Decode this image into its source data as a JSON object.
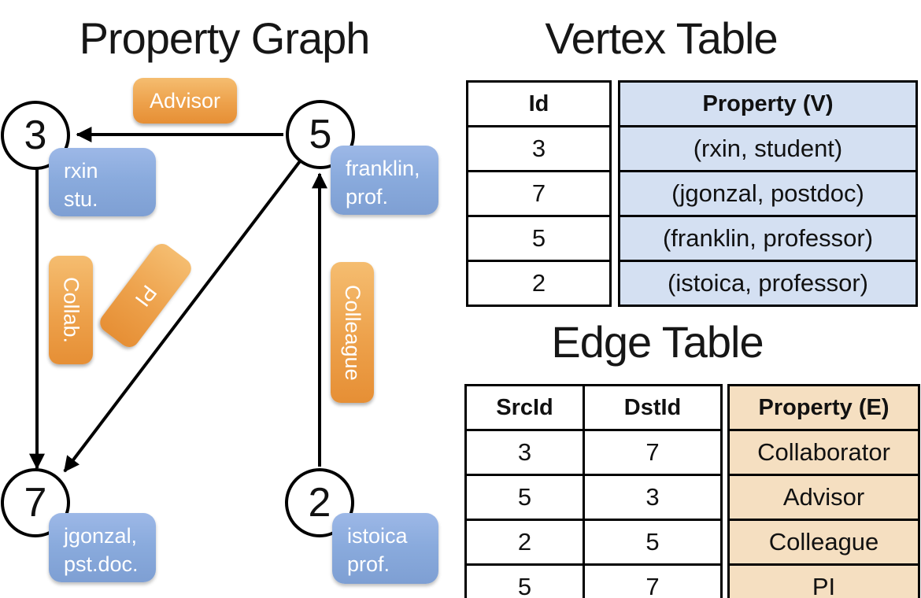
{
  "graph": {
    "title": "Property Graph",
    "vertices": [
      {
        "id": "3",
        "property_line1": "rxin",
        "property_line2": "stu."
      },
      {
        "id": "5",
        "property_line1": "franklin,",
        "property_line2": "prof."
      },
      {
        "id": "7",
        "property_line1": "jgonzal,",
        "property_line2": "pst.doc."
      },
      {
        "id": "2",
        "property_line1": "istoica",
        "property_line2": "prof."
      }
    ],
    "edges": [
      {
        "src": "5",
        "dst": "3",
        "label": "Advisor"
      },
      {
        "src": "3",
        "dst": "7",
        "label": "Collab."
      },
      {
        "src": "5",
        "dst": "7",
        "label": "PI"
      },
      {
        "src": "2",
        "dst": "5",
        "label": "Colleague"
      }
    ]
  },
  "vertex_table": {
    "title": "Vertex Table",
    "columns": [
      "Id",
      "Property (V)"
    ],
    "rows": [
      [
        "3",
        "(rxin, student)"
      ],
      [
        "7",
        "(jgonzal, postdoc)"
      ],
      [
        "5",
        "(franklin, professor)"
      ],
      [
        "2",
        "(istoica, professor)"
      ]
    ]
  },
  "edge_table": {
    "title": "Edge Table",
    "columns": [
      "SrcId",
      "DstId",
      "Property (E)"
    ],
    "rows": [
      [
        "3",
        "7",
        "Collaborator"
      ],
      [
        "5",
        "3",
        "Advisor"
      ],
      [
        "2",
        "5",
        "Colleague"
      ],
      [
        "5",
        "7",
        "PI"
      ]
    ]
  },
  "colors": {
    "edge_label_fill": "#eda14b",
    "vertex_property_fill": "#8aabdd",
    "vertex_table_cell_fill": "#d4e0f2",
    "edge_table_cell_fill": "#f5dfc1",
    "line_color": "#000000"
  }
}
